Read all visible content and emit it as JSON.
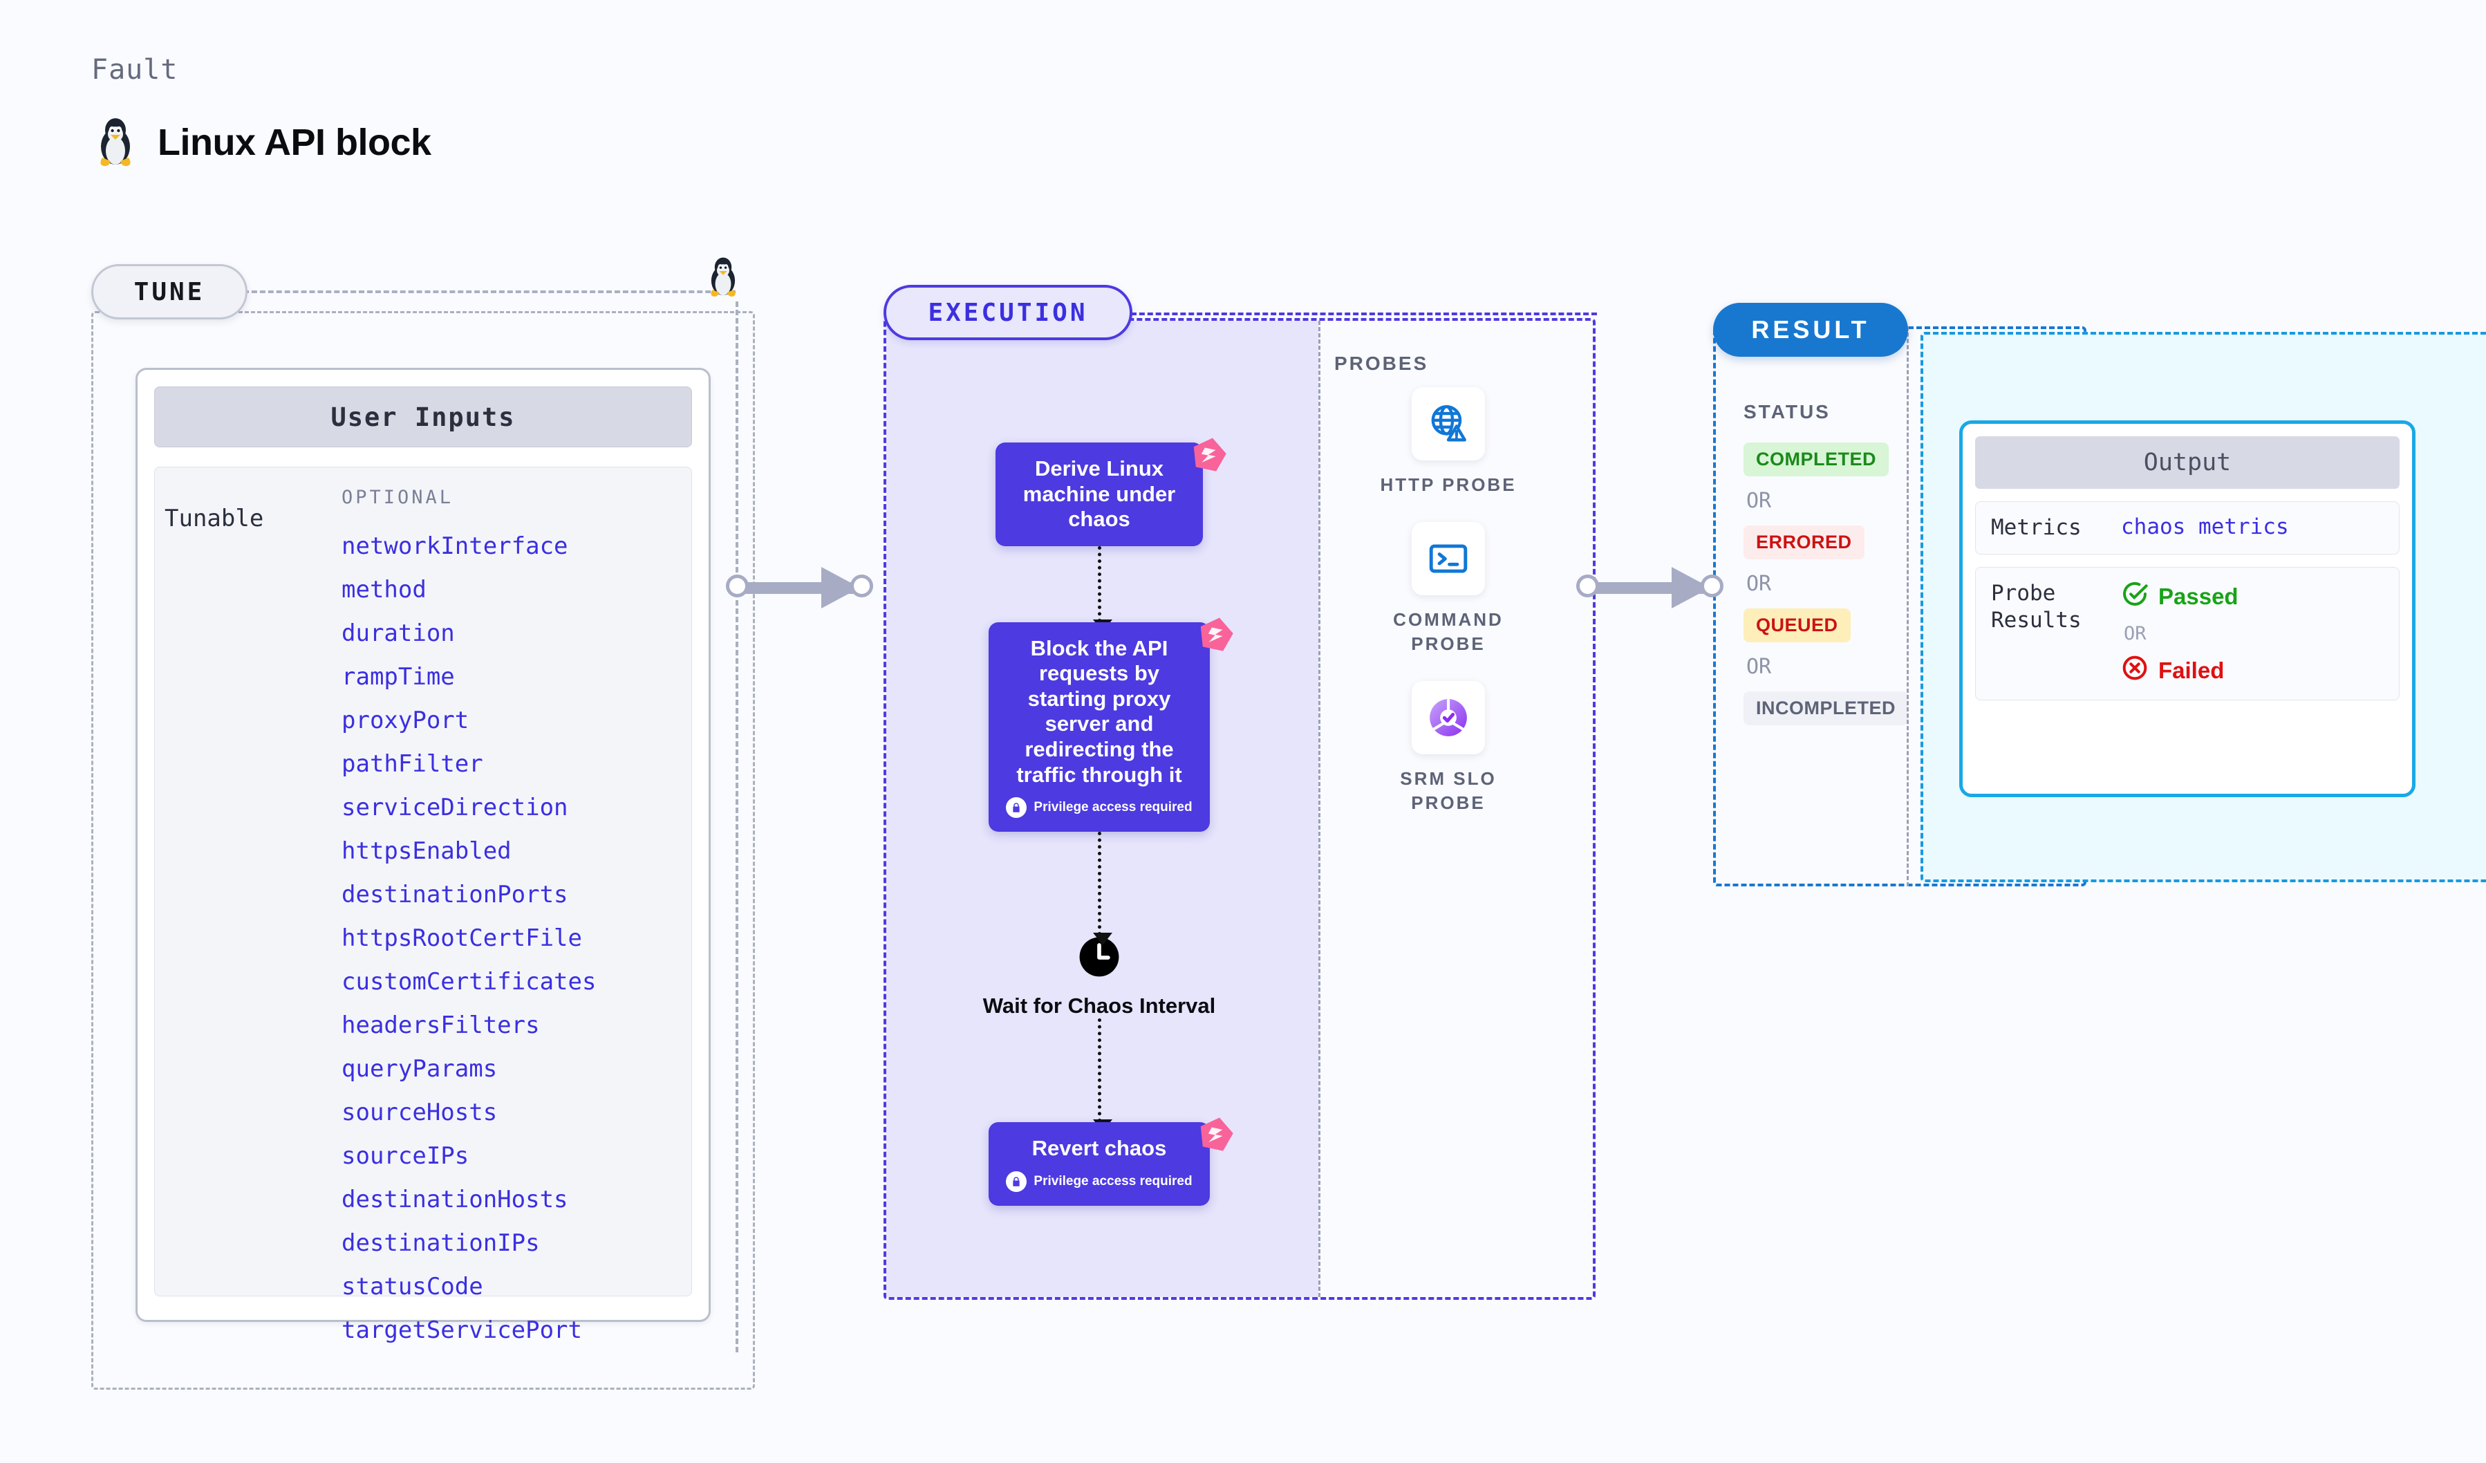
{
  "header": {
    "eyebrow": "Fault",
    "title": "Linux API block",
    "icon": "linux-penguin-icon"
  },
  "tune": {
    "pill_label": "TUNE",
    "card": {
      "header": "User Inputs",
      "row_label": "Tunable",
      "group_label": "OPTIONAL",
      "params": [
        "networkInterface",
        "method",
        "duration",
        "rampTime",
        "proxyPort",
        "pathFilter",
        "serviceDirection",
        "httpsEnabled",
        "destinationPorts",
        "httpsRootCertFile",
        "customCertificates",
        "headersFilters",
        "queryParams",
        "sourceHosts",
        "sourceIPs",
        "destinationHosts",
        "destinationIPs",
        "statusCode",
        "targetServicePort"
      ]
    }
  },
  "execution": {
    "pill_label": "EXECUTION",
    "steps": [
      {
        "text": "Derive Linux machine under chaos",
        "privilege": null,
        "badge": "harness-badge-icon",
        "type": "node"
      },
      {
        "text": "Block the API requests by starting proxy server and redirecting the traffic through it",
        "privilege": "Privilege access required",
        "badge": "harness-badge-icon",
        "type": "node"
      },
      {
        "text": "Wait for Chaos Interval",
        "privilege": null,
        "badge": null,
        "type": "clock",
        "icon": "clock-icon"
      },
      {
        "text": "Revert chaos",
        "privilege": "Privilege access required",
        "badge": "harness-badge-icon",
        "type": "node"
      }
    ]
  },
  "probes": {
    "title": "PROBES",
    "items": [
      {
        "label": "HTTP PROBE",
        "icon": "globe-warning-icon"
      },
      {
        "label": "COMMAND PROBE",
        "icon": "terminal-icon"
      },
      {
        "label": "SRM SLO PROBE",
        "icon": "slo-donut-check-icon"
      }
    ]
  },
  "result": {
    "pill_label": "RESULT",
    "status_title": "STATUS",
    "or_label": "OR",
    "statuses": [
      {
        "label": "COMPLETED",
        "bg": "#d8f5d6",
        "fg": "#1a8a1a"
      },
      {
        "label": "ERRORED",
        "bg": "#fdecec",
        "fg": "#cc1212"
      },
      {
        "label": "QUEUED",
        "bg": "#fdeeba",
        "fg": "#cc1212"
      },
      {
        "label": "INCOMPLETED",
        "bg": "#f0f1f6",
        "fg": "#5d6377"
      }
    ],
    "output": {
      "header": "Output",
      "metrics_key": "Metrics",
      "metrics_value": "chaos metrics",
      "probe_key": "Probe Results",
      "passed_label": "Passed",
      "failed_label": "Failed",
      "or_label": "OR"
    }
  },
  "colors": {
    "brand_purple": "#4d3ae0",
    "result_blue": "#1878d0",
    "output_cyan": "#19a8e6",
    "badge_pink": "#f8639a",
    "page_bg": "#fafbfe"
  }
}
